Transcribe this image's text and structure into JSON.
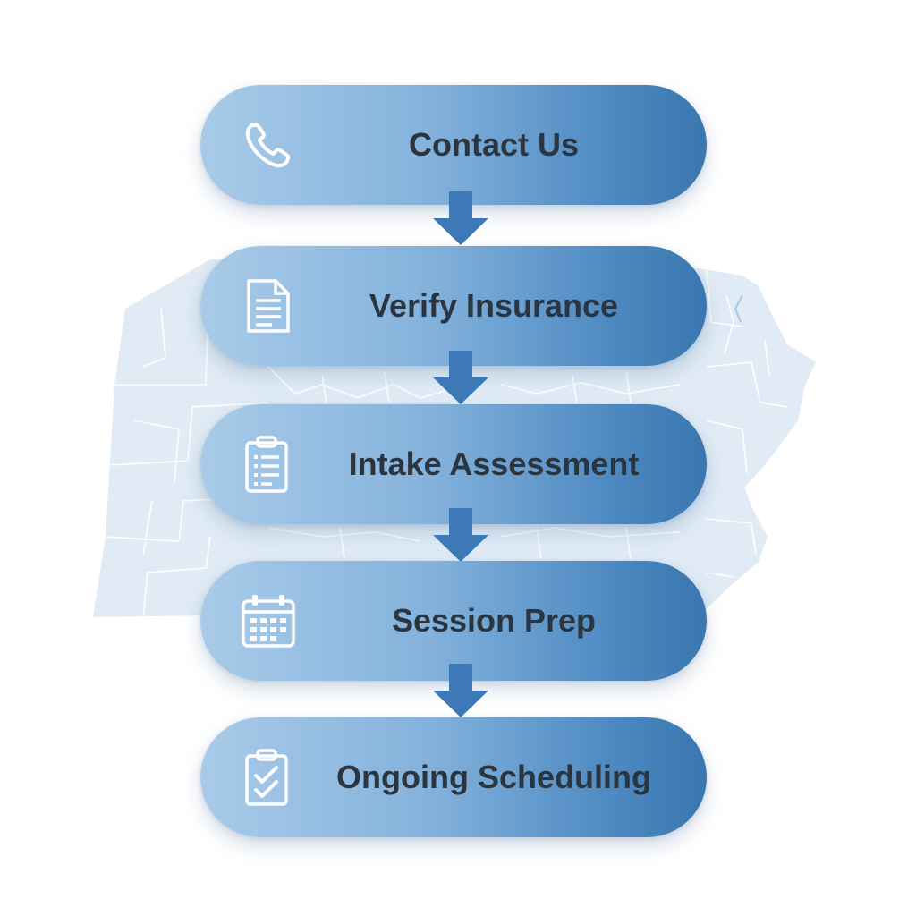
{
  "colors": {
    "pill_light": "#a9cbe8",
    "pill_dark": "#3a76af",
    "arrow": "#3c79b6",
    "label_text": "#2b3540",
    "icon": "#ffffff",
    "map_fill": "#dbe8f3",
    "map_lines": "#ffffff"
  },
  "steps": [
    {
      "label": "Contact Us",
      "icon": "phone-icon"
    },
    {
      "label": "Verify Insurance",
      "icon": "document-icon"
    },
    {
      "label": "Intake Assessment",
      "icon": "clipboard-list-icon"
    },
    {
      "label": "Session Prep",
      "icon": "calendar-icon"
    },
    {
      "label": "Ongoing Scheduling",
      "icon": "clipboard-check-icon"
    }
  ]
}
